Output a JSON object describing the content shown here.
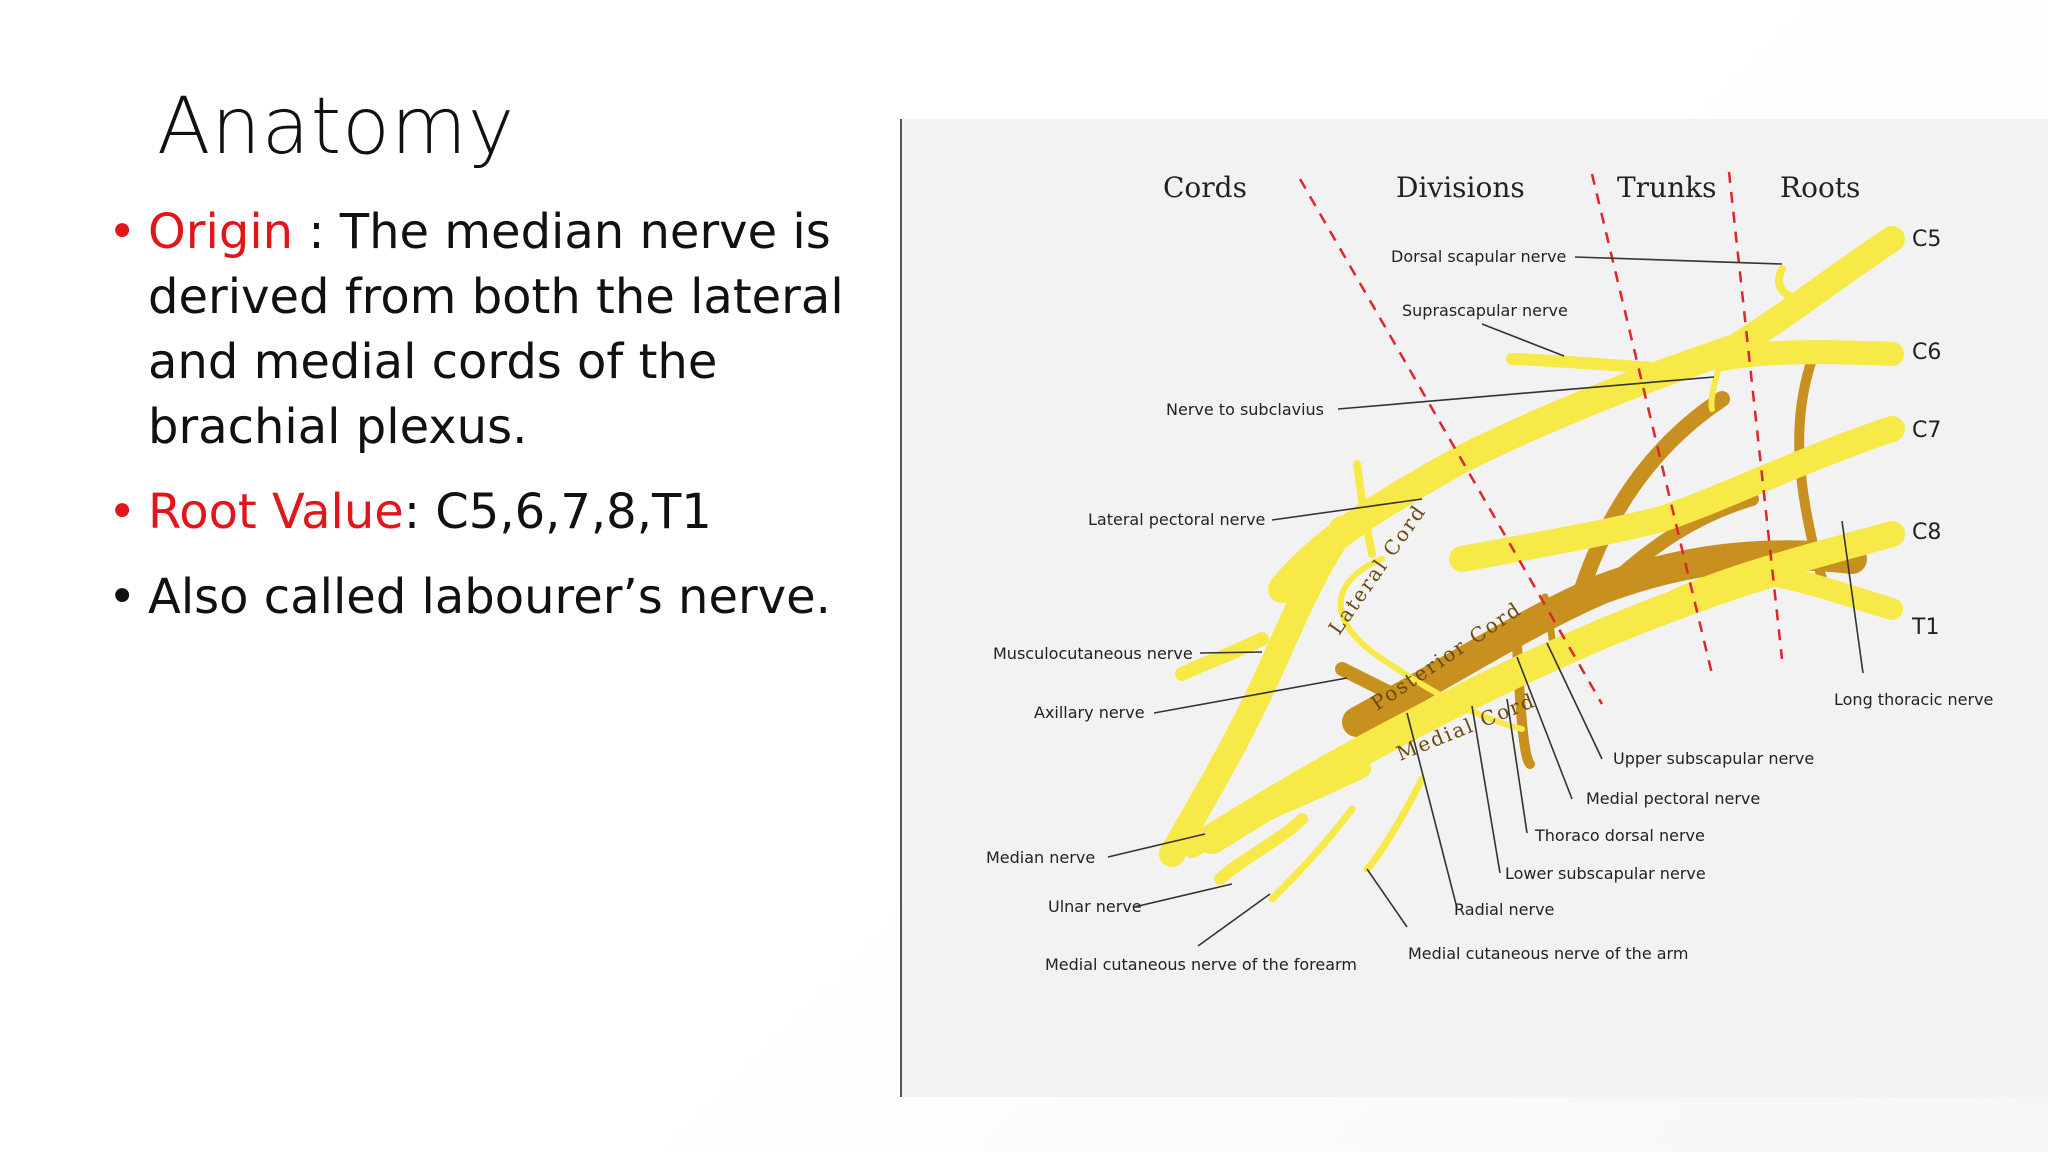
{
  "slide": {
    "title": "Anatomy",
    "bullets": [
      {
        "highlight": "Origin",
        "text": " : The median nerve is derived from both the lateral and medial cords of the brachial plexus."
      },
      {
        "highlight": "Root Value",
        "text": ": C5,6,7,8,T1"
      },
      {
        "highlight": "",
        "text": "Also called labourer’s nerve."
      }
    ]
  },
  "colors": {
    "highlight": "#e2151b",
    "nerve_yellow": "#f7ea48",
    "nerve_brown": "#c8901f",
    "divider_red": "#e0242c",
    "panel_bg": "#f2f2f2"
  },
  "diagram": {
    "headers": {
      "cords": "Cords",
      "divisions": "Divisions",
      "trunks": "Trunks",
      "roots": "Roots"
    },
    "roots": [
      "C5",
      "C6",
      "C7",
      "C8",
      "T1"
    ],
    "cord_labels": {
      "lateral": "Lateral Cord",
      "posterior": "Posterior Cord",
      "medial": "Medial Cord"
    },
    "labels": {
      "dorsal_scapular": "Dorsal scapular nerve",
      "suprascapular": "Suprascapular nerve",
      "subclavius": "Nerve to subclavius",
      "lateral_pectoral": "Lateral pectoral nerve",
      "musculocutaneous": "Musculocutaneous nerve",
      "axillary": "Axillary nerve",
      "median": "Median nerve",
      "ulnar": "Ulnar nerve",
      "med_cut_forearm": "Medial cutaneous nerve of the forearm",
      "med_cut_arm": "Medial cutaneous nerve of the arm",
      "radial": "Radial nerve",
      "lower_subscapular": "Lower subscapular nerve",
      "thoracodorsal": "Thoraco dorsal nerve",
      "medial_pectoral": "Medial pectoral nerve",
      "upper_subscapular": "Upper subscapular nerve",
      "long_thoracic": "Long thoracic nerve"
    }
  }
}
